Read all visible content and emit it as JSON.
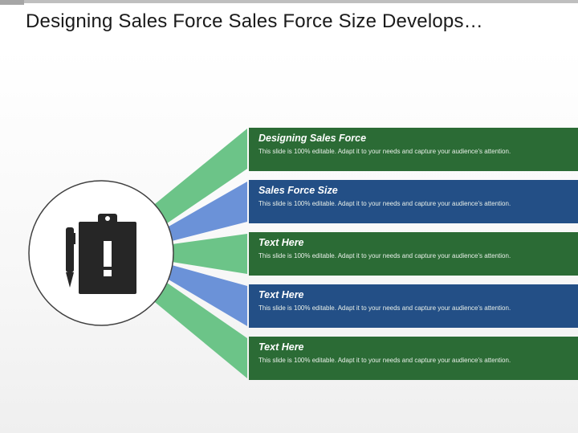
{
  "title": "Designing  Sales Force Sales Force Size Develops…",
  "colors": {
    "green_dark": "#2b6b35",
    "blue_dark": "#234f86",
    "green_light": "#6cc488",
    "blue_light": "#6b92d8"
  },
  "icon": "clipboard-with-pen-icon",
  "items": [
    {
      "title": "Designing Sales Force",
      "body": "This slide is 100% editable. Adapt it to your needs and capture your audience's attention."
    },
    {
      "title": "Sales Force Size",
      "body": "This slide is 100% editable. Adapt it to your needs and capture your audience's attention."
    },
    {
      "title": "Text Here",
      "body": "This slide is 100% editable. Adapt it to your needs and capture your audience's attention."
    },
    {
      "title": "Text Here",
      "body": "This slide is 100% editable. Adapt it to your needs and capture your audience's attention."
    },
    {
      "title": "Text Here",
      "body": "This slide is 100% editable. Adapt it to your needs and capture your audience's attention."
    }
  ]
}
